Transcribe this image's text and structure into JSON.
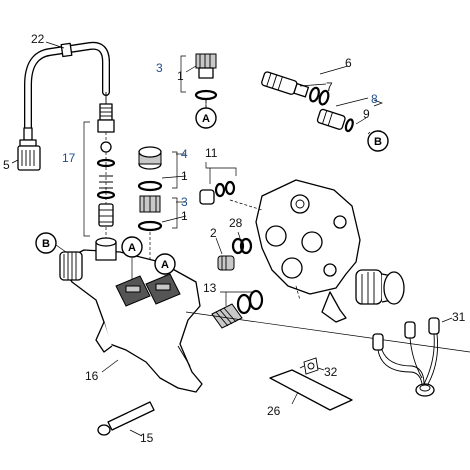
{
  "labels": {
    "l22": "22",
    "l5": "5",
    "l17": "17",
    "l3a": "3",
    "l1a": "1",
    "l6": "6",
    "l7": "7",
    "l8": "8",
    "l9": "9",
    "l4": "4",
    "l1b": "1",
    "l3b": "3",
    "l1c": "1",
    "l11": "11",
    "l28": "28",
    "l2": "2",
    "l13": "13",
    "l31": "31",
    "l16": "16",
    "l32": "32",
    "l26": "26",
    "l15": "15"
  },
  "callouts": {
    "a": "A",
    "b": "B"
  },
  "colors": {
    "line": "#000000",
    "label_blue": "#1f4e8c",
    "shade": "#c8c8c8"
  }
}
